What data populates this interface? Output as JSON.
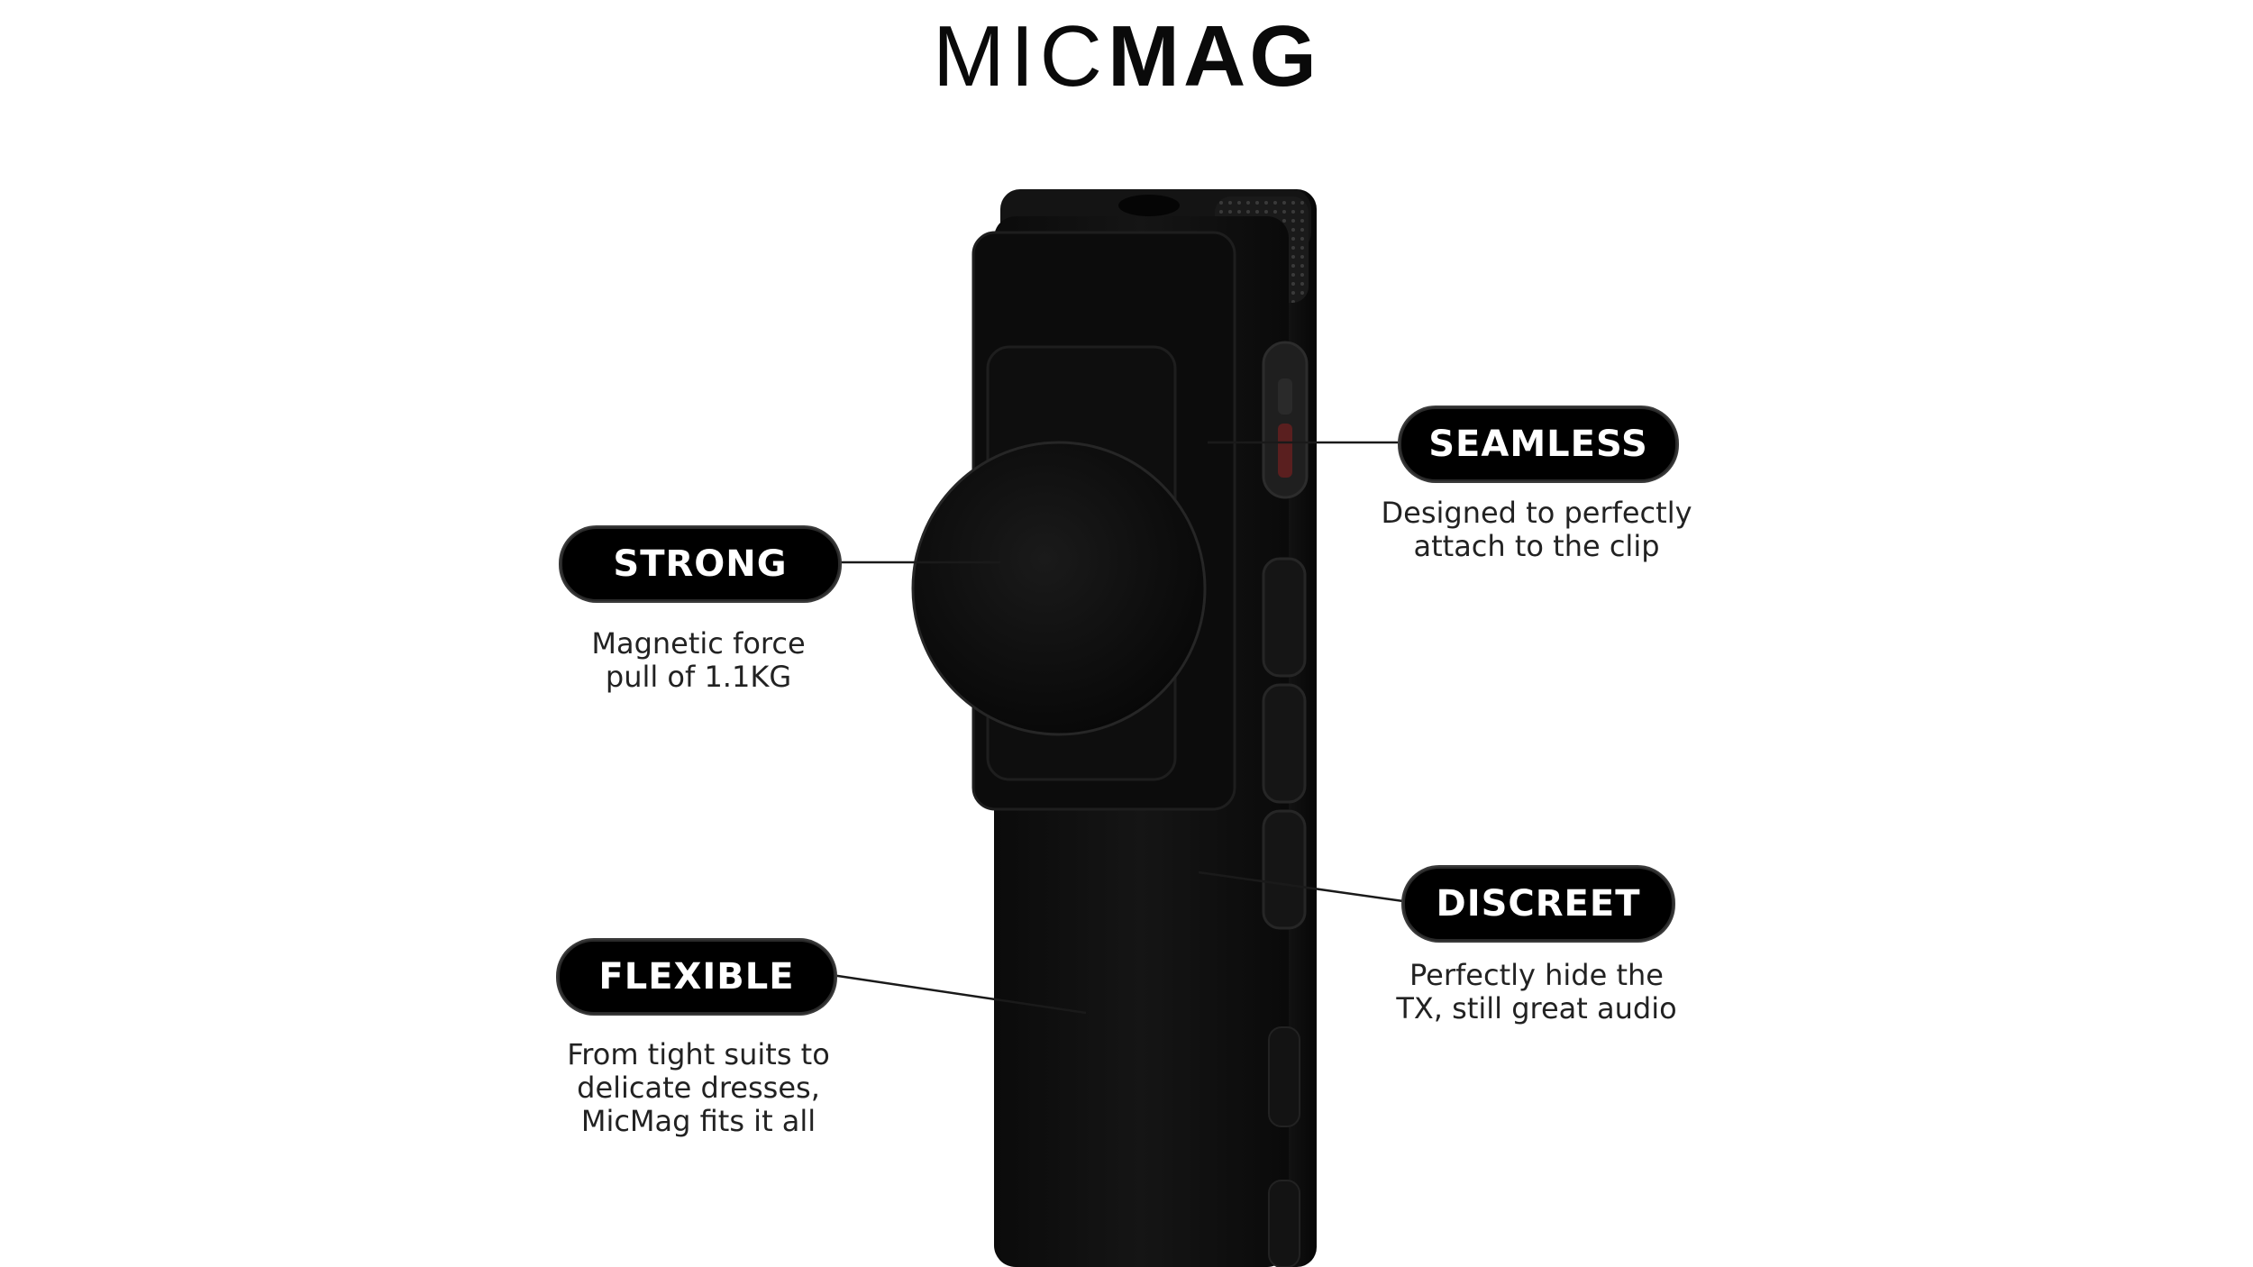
{
  "brand": {
    "logo_light": "MIC",
    "logo_bold": "MAG"
  },
  "features": {
    "strong": {
      "label": "STRONG",
      "caption_lines": [
        "Magnetic force",
        "pull of 1.1KG"
      ]
    },
    "flexible": {
      "label": "FLEXIBLE",
      "caption_lines": [
        "From tight suits to",
        "delicate dresses,",
        "MicMag fits it all"
      ]
    },
    "seamless": {
      "label": "SEAMLESS",
      "caption_lines": [
        "Designed to perfectly",
        "attach to the clip"
      ]
    },
    "discreet": {
      "label": "DISCREET",
      "caption_lines": [
        "Perfectly hide the",
        "TX, still great audio"
      ]
    }
  },
  "colors": {
    "pill_background": "#000000",
    "pill_text": "#ffffff",
    "caption_text": "#222222",
    "device_body": "#0d0d0d"
  }
}
